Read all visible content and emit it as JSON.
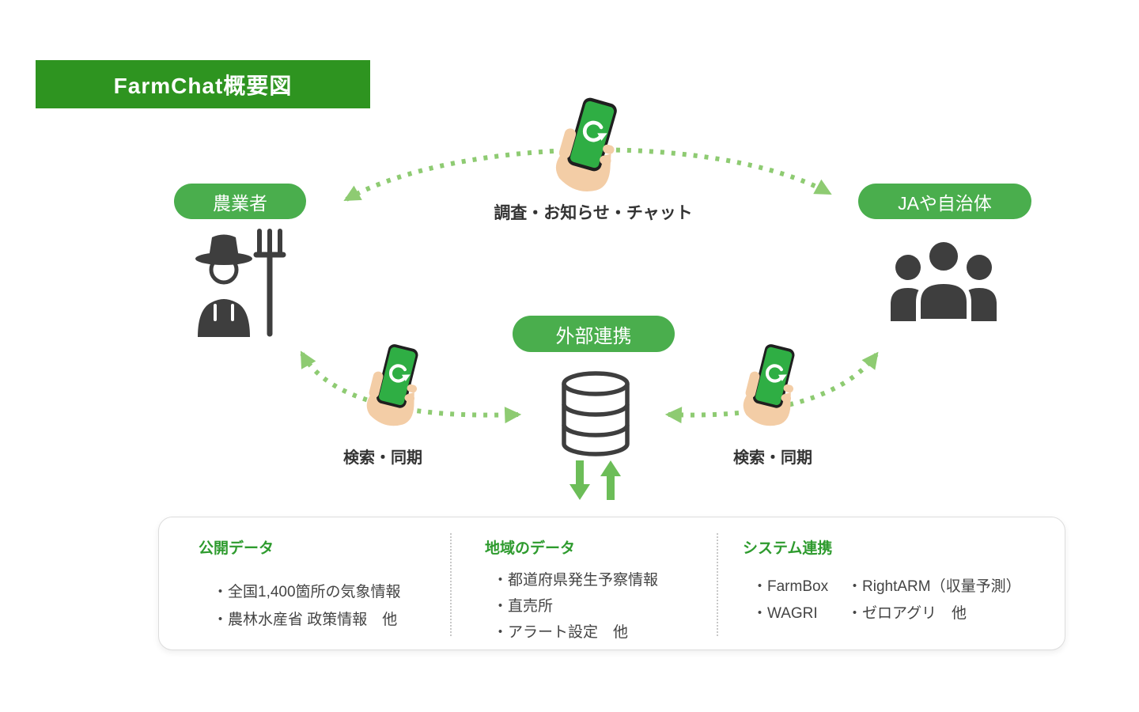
{
  "title": "FarmChat概要図",
  "nodes": {
    "farmer": {
      "label": "農業者",
      "icon": "farmer-icon"
    },
    "ja": {
      "label": "JAや自治体",
      "icon": "people-group-icon"
    },
    "external": {
      "label": "外部連携",
      "icon": "database-icon"
    }
  },
  "edges": {
    "top": {
      "label": "調査・お知らせ・チャット"
    },
    "left": {
      "label": "検索・同期"
    },
    "right": {
      "label": "検索・同期"
    }
  },
  "bottom_panel": {
    "columns": [
      {
        "header": "公開データ",
        "items": [
          "・全国1,400箇所の気象情報",
          "・農林水産省 政策情報　他"
        ]
      },
      {
        "header": "地域のデータ",
        "items": [
          "・都道府県発生予察情報",
          "・直売所",
          "・アラート設定　他"
        ]
      },
      {
        "header": "システム連携",
        "items": [
          "・FarmBox",
          "・RightARM（収量予測）",
          "・WAGRI",
          "・ゼロアグリ　他"
        ]
      }
    ]
  },
  "colors": {
    "banner_green": "#2e9420",
    "pill_green": "#4aae4d",
    "dotted_arrow_green": "#8ecb72",
    "solid_arrow_green": "#6cbd58",
    "panel_header_green": "#2e9b2e",
    "icon_gray": "#3e3e3e",
    "phone_screen_green": "#2fae44"
  }
}
